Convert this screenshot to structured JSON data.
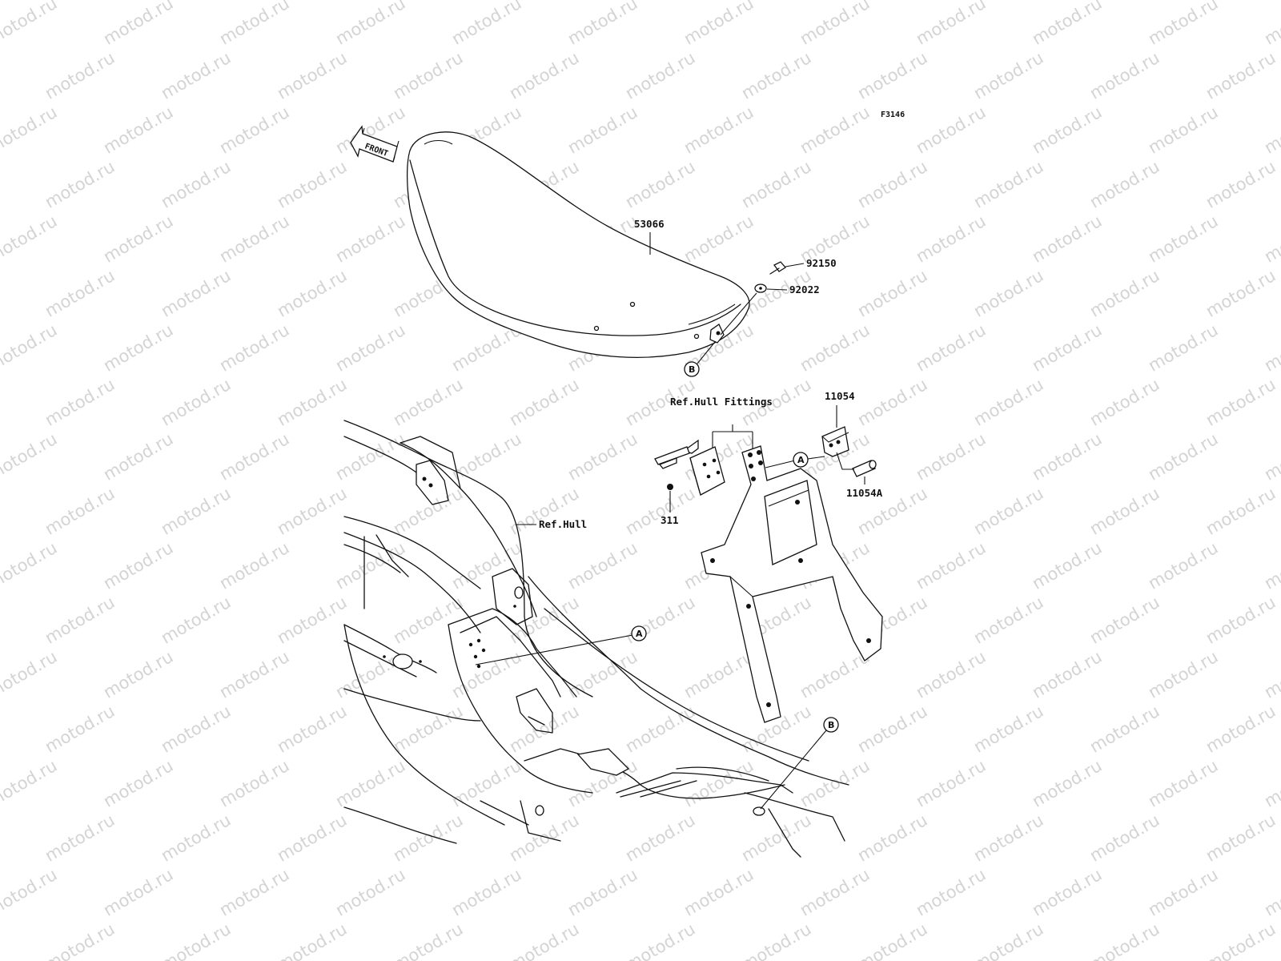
{
  "figure_code": "F3146",
  "front_label": "FRONT",
  "watermark": "motod.ru",
  "parts": [
    {
      "id": "53066",
      "label": "53066"
    },
    {
      "id": "92150",
      "label": "92150"
    },
    {
      "id": "92022",
      "label": "92022"
    },
    {
      "id": "11054",
      "label": "11054"
    },
    {
      "id": "11054A",
      "label": "11054A"
    },
    {
      "id": "311",
      "label": "311"
    }
  ],
  "references": {
    "hull_fittings": "Ref.Hull Fittings",
    "hull": "Ref.Hull"
  },
  "callouts": {
    "a": "A",
    "b": "B"
  }
}
